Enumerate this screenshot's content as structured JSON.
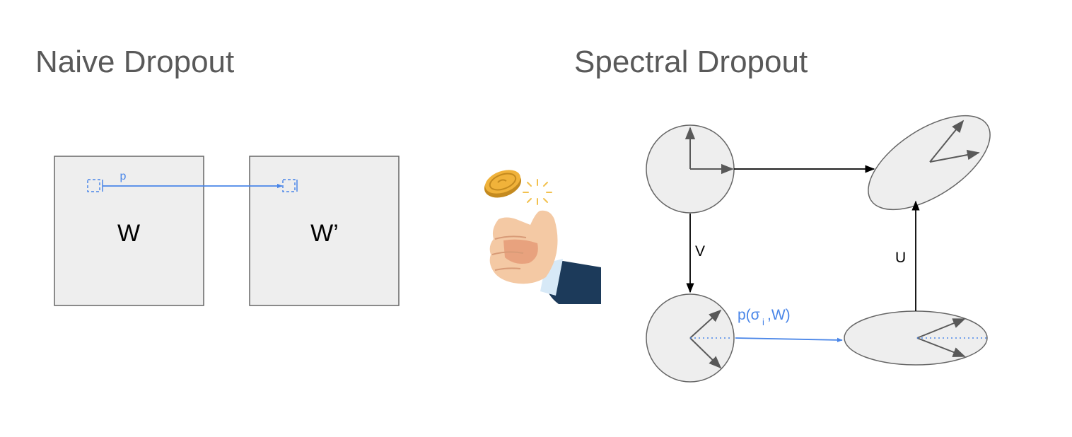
{
  "naive": {
    "title": "Naive Dropout",
    "matrix_in_label": "W",
    "matrix_out_label": "W’",
    "prob_label": "p"
  },
  "spectral": {
    "title": "Spectral Dropout",
    "v_label": "V",
    "u_label": "U",
    "prob_label_prefix": "p(σ",
    "prob_label_sub": "i",
    "prob_label_suffix": ",W)"
  },
  "icons": {
    "coin_flip": "coin-flip-hand-icon"
  },
  "colors": {
    "accent_blue": "#4a86e8",
    "box_fill": "#eeeeee",
    "box_stroke": "#666666",
    "arrow_gray": "#595959",
    "title_gray": "#595959"
  }
}
